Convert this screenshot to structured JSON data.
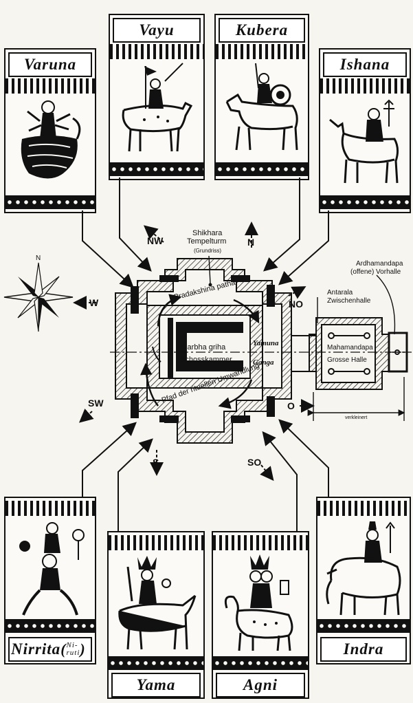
{
  "deities": {
    "varuna": "Varuna",
    "vayu": "Vayu",
    "kubera": "Kubera",
    "ishana": "Ishana",
    "nirrita_main": "Nirrita",
    "nirrita_alt_top": "Ni-",
    "nirrita_alt_bottom": "ruti",
    "yama": "Yama",
    "agni": "Agni",
    "indra": "Indra"
  },
  "directions": {
    "nw": "NW",
    "n": "N",
    "no": "NO",
    "w": "W",
    "o": "O",
    "sw": "SW",
    "s": "S",
    "so": "SO",
    "compass_n": "N"
  },
  "labels": {
    "shikhara_1": "Shikhara",
    "shikhara_2": "Tempelturm",
    "shikhara_3": "(Grundriss)",
    "pradakshina": "Pradakshina patha",
    "ritual_path": "Pfad der rituellen Umwandlung",
    "garbha_1": "Garbha griha",
    "garbha_2": "Schosskammer",
    "yamuna": "Yamuna",
    "ganga": "Ganga",
    "antarala_1": "Antarala",
    "antarala_2": "Zwischenhalle",
    "ardha_1": "Ardhamandapa",
    "ardha_2": "(offene) Vorhalle",
    "maha_1": "Mahamandapa",
    "maha_2": "Grosse Halle",
    "scale": "verkleinert"
  }
}
